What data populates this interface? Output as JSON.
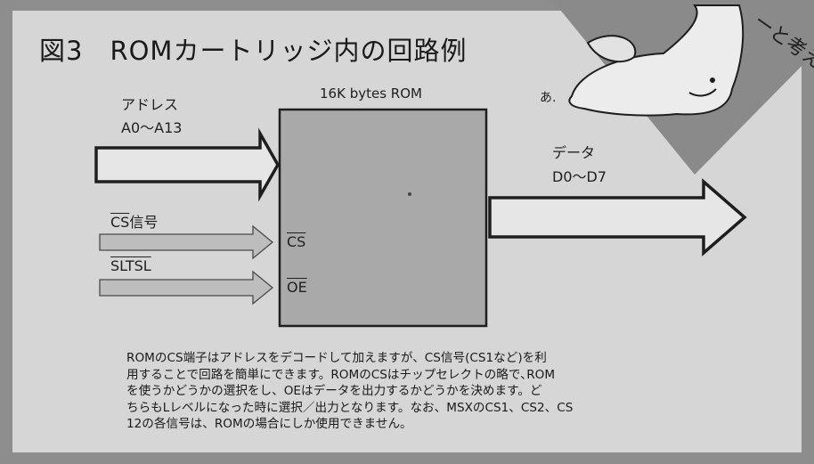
{
  "figure": {
    "title": "図3　ROMカートリッジ内の回路例",
    "rom_label": "16K bytes ROM",
    "address_label": "アドレス",
    "address_range": "A0～A13",
    "data_label": "データ",
    "data_range": "D0～D7",
    "cs_signal_name": "CS",
    "cs_signal_suffix": "信号",
    "sltsl_label": "SLTSL",
    "pin_cs": "CS",
    "pin_oe": "OE",
    "cartoon_text": "ーと考えよ!!",
    "cartoon_sigh": "あ."
  },
  "caption": {
    "lines": [
      "ROMのCS端子はアドレスをデコードして加えますが、CS信号(CS1など)を利",
      "用することで回路を簡単にできます。ROMのCSはチップセレクトの略で､ROM",
      "を使うかどうかの選択をし、OEはデータを出力するかどうかを決めます。ど",
      "ちらもLレベルになった時に選択／出力となります。なお、MSXのCS1、CS2、CS",
      "12の各信号は、ROMの場合にしか使用できません。"
    ]
  },
  "colors": {
    "background": "#8d8d8d",
    "panel": "#d6d6d6",
    "rom_box": "#a9a9a9",
    "ink": "#1e1e1e"
  }
}
